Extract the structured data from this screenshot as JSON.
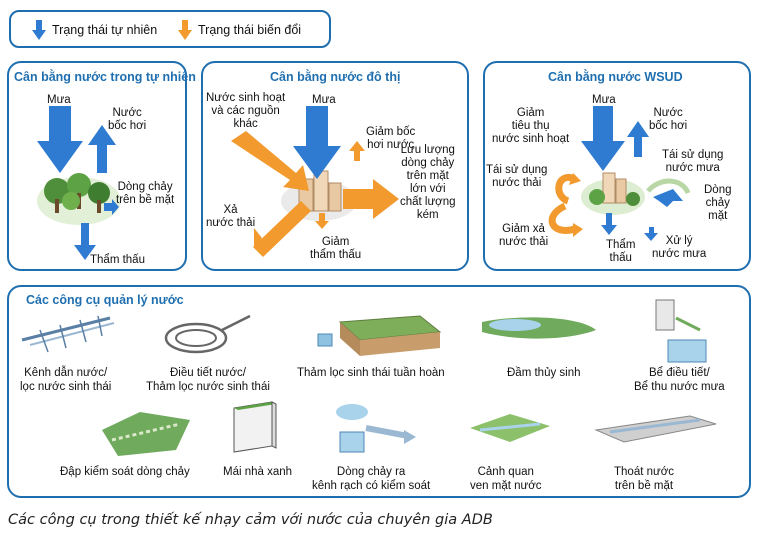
{
  "legend": {
    "natural": "Trạng thái tự nhiên",
    "transformed": "Trạng thái biến đổi"
  },
  "colors": {
    "natural": "#2e7bd1",
    "transformed": "#f29a2e",
    "frame": "#1f6fb0",
    "title": "#1f6fb0"
  },
  "panel_natural": {
    "title": "Cân bằng nước trong tự nhiên",
    "rain": "Mưa",
    "evap": "Nước\nbốc hơi",
    "runoff": "Dòng chảy\ntrên bề mặt",
    "infil": "Thẩm thấu"
  },
  "panel_urban": {
    "title": "Cân bằng nước đô thị",
    "supply": "Nước sinh hoạt\nvà các nguồn\nkhác",
    "rain": "Mưa",
    "evap": "Giảm bốc\nhơi nước",
    "runoff": "Lưu lượng\ndòng chảy\ntrên mặt\nlớn với\nchất lượng\nkém",
    "discharge": "Xả\nnước thải",
    "infil": "Giảm\nthẩm thấu"
  },
  "panel_wsud": {
    "title": "Cân bằng nước WSUD",
    "reduce_use": "Giảm\ntiêu thụ\nnước sinh hoạt",
    "rain": "Mưa",
    "evap": "Nước\nbốc hơi",
    "reuse_waste": "Tái sử dụng\nnước thải",
    "reuse_rain": "Tái sử dụng\nnước mưa",
    "runoff": "Dòng\nchảy\nmặt",
    "reduce_discharge": "Giảm xả\nnước thải",
    "infil": "Thẩm\nthấu",
    "treat": "Xử lý\nnước mưa"
  },
  "tools": {
    "title": "Các công cụ quản lý nước",
    "items": [
      "Kênh dẫn nước/\nlọc nước sinh thái",
      "Điều tiết nước/\nThảm lọc nước sinh thái",
      "Thảm lọc sinh thái tuần hoàn",
      "Đầm thủy sinh",
      "Bể điều tiết/\nBể thu nước mưa",
      "Đập kiểm soát dòng chảy",
      "Mái nhà xanh",
      "Dòng chảy ra\nkênh rạch có kiểm soát",
      "Cảnh quan\nven mặt nước",
      "Thoát nước\ntrên bề mặt"
    ]
  },
  "caption": "Các công cụ trong thiết kế nhạy cảm với nước  của chuyên gia ADB"
}
